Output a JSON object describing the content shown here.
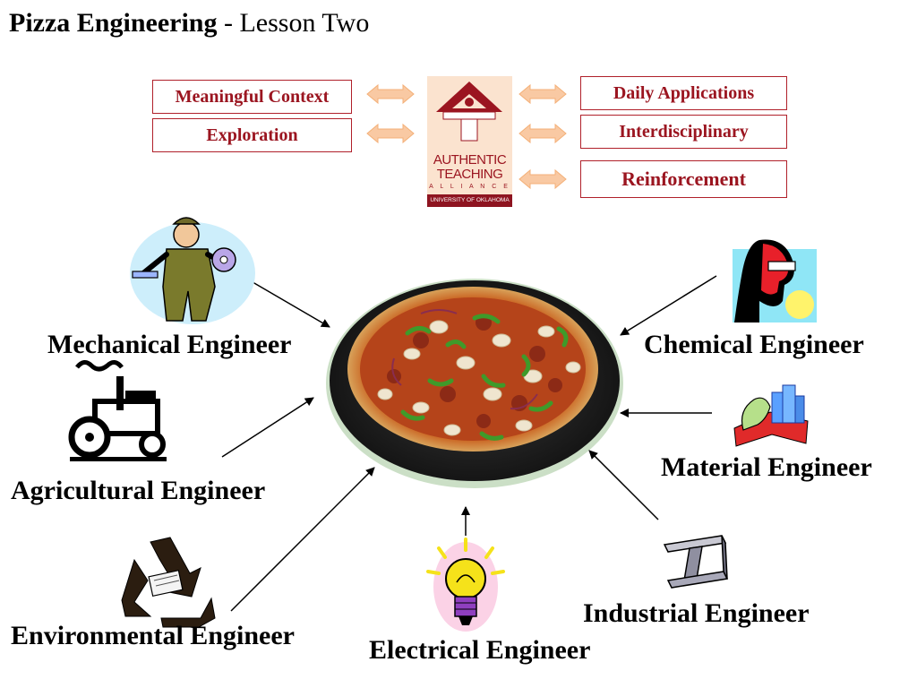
{
  "title": {
    "bold": "Pizza Engineering",
    "rest": " - Lesson Two"
  },
  "concepts_left": [
    "Meaningful Context",
    "Exploration"
  ],
  "concepts_right": [
    "Daily Applications",
    "Interdisciplinary",
    "Reinforcement"
  ],
  "logo": {
    "line1": "AUTHENTIC",
    "line2": "TEACHING",
    "line3": "A L L I A N C E",
    "band": "UNIVERSITY OF OKLAHOMA"
  },
  "engineers": {
    "mechanical": "Mechanical Engineer",
    "chemical": "Chemical Engineer",
    "agricultural": "Agricultural Engineer",
    "material": "Material Engineer",
    "environmental": "Environmental Engineer",
    "electrical": "Electrical Engineer",
    "industrial": "Industrial Engineer"
  },
  "colors": {
    "accent": "#9b1520",
    "arrow_fill": "#f9c9a3",
    "pizza_crust": "#c9782f",
    "pizza_pan": "#2b2b2b"
  }
}
